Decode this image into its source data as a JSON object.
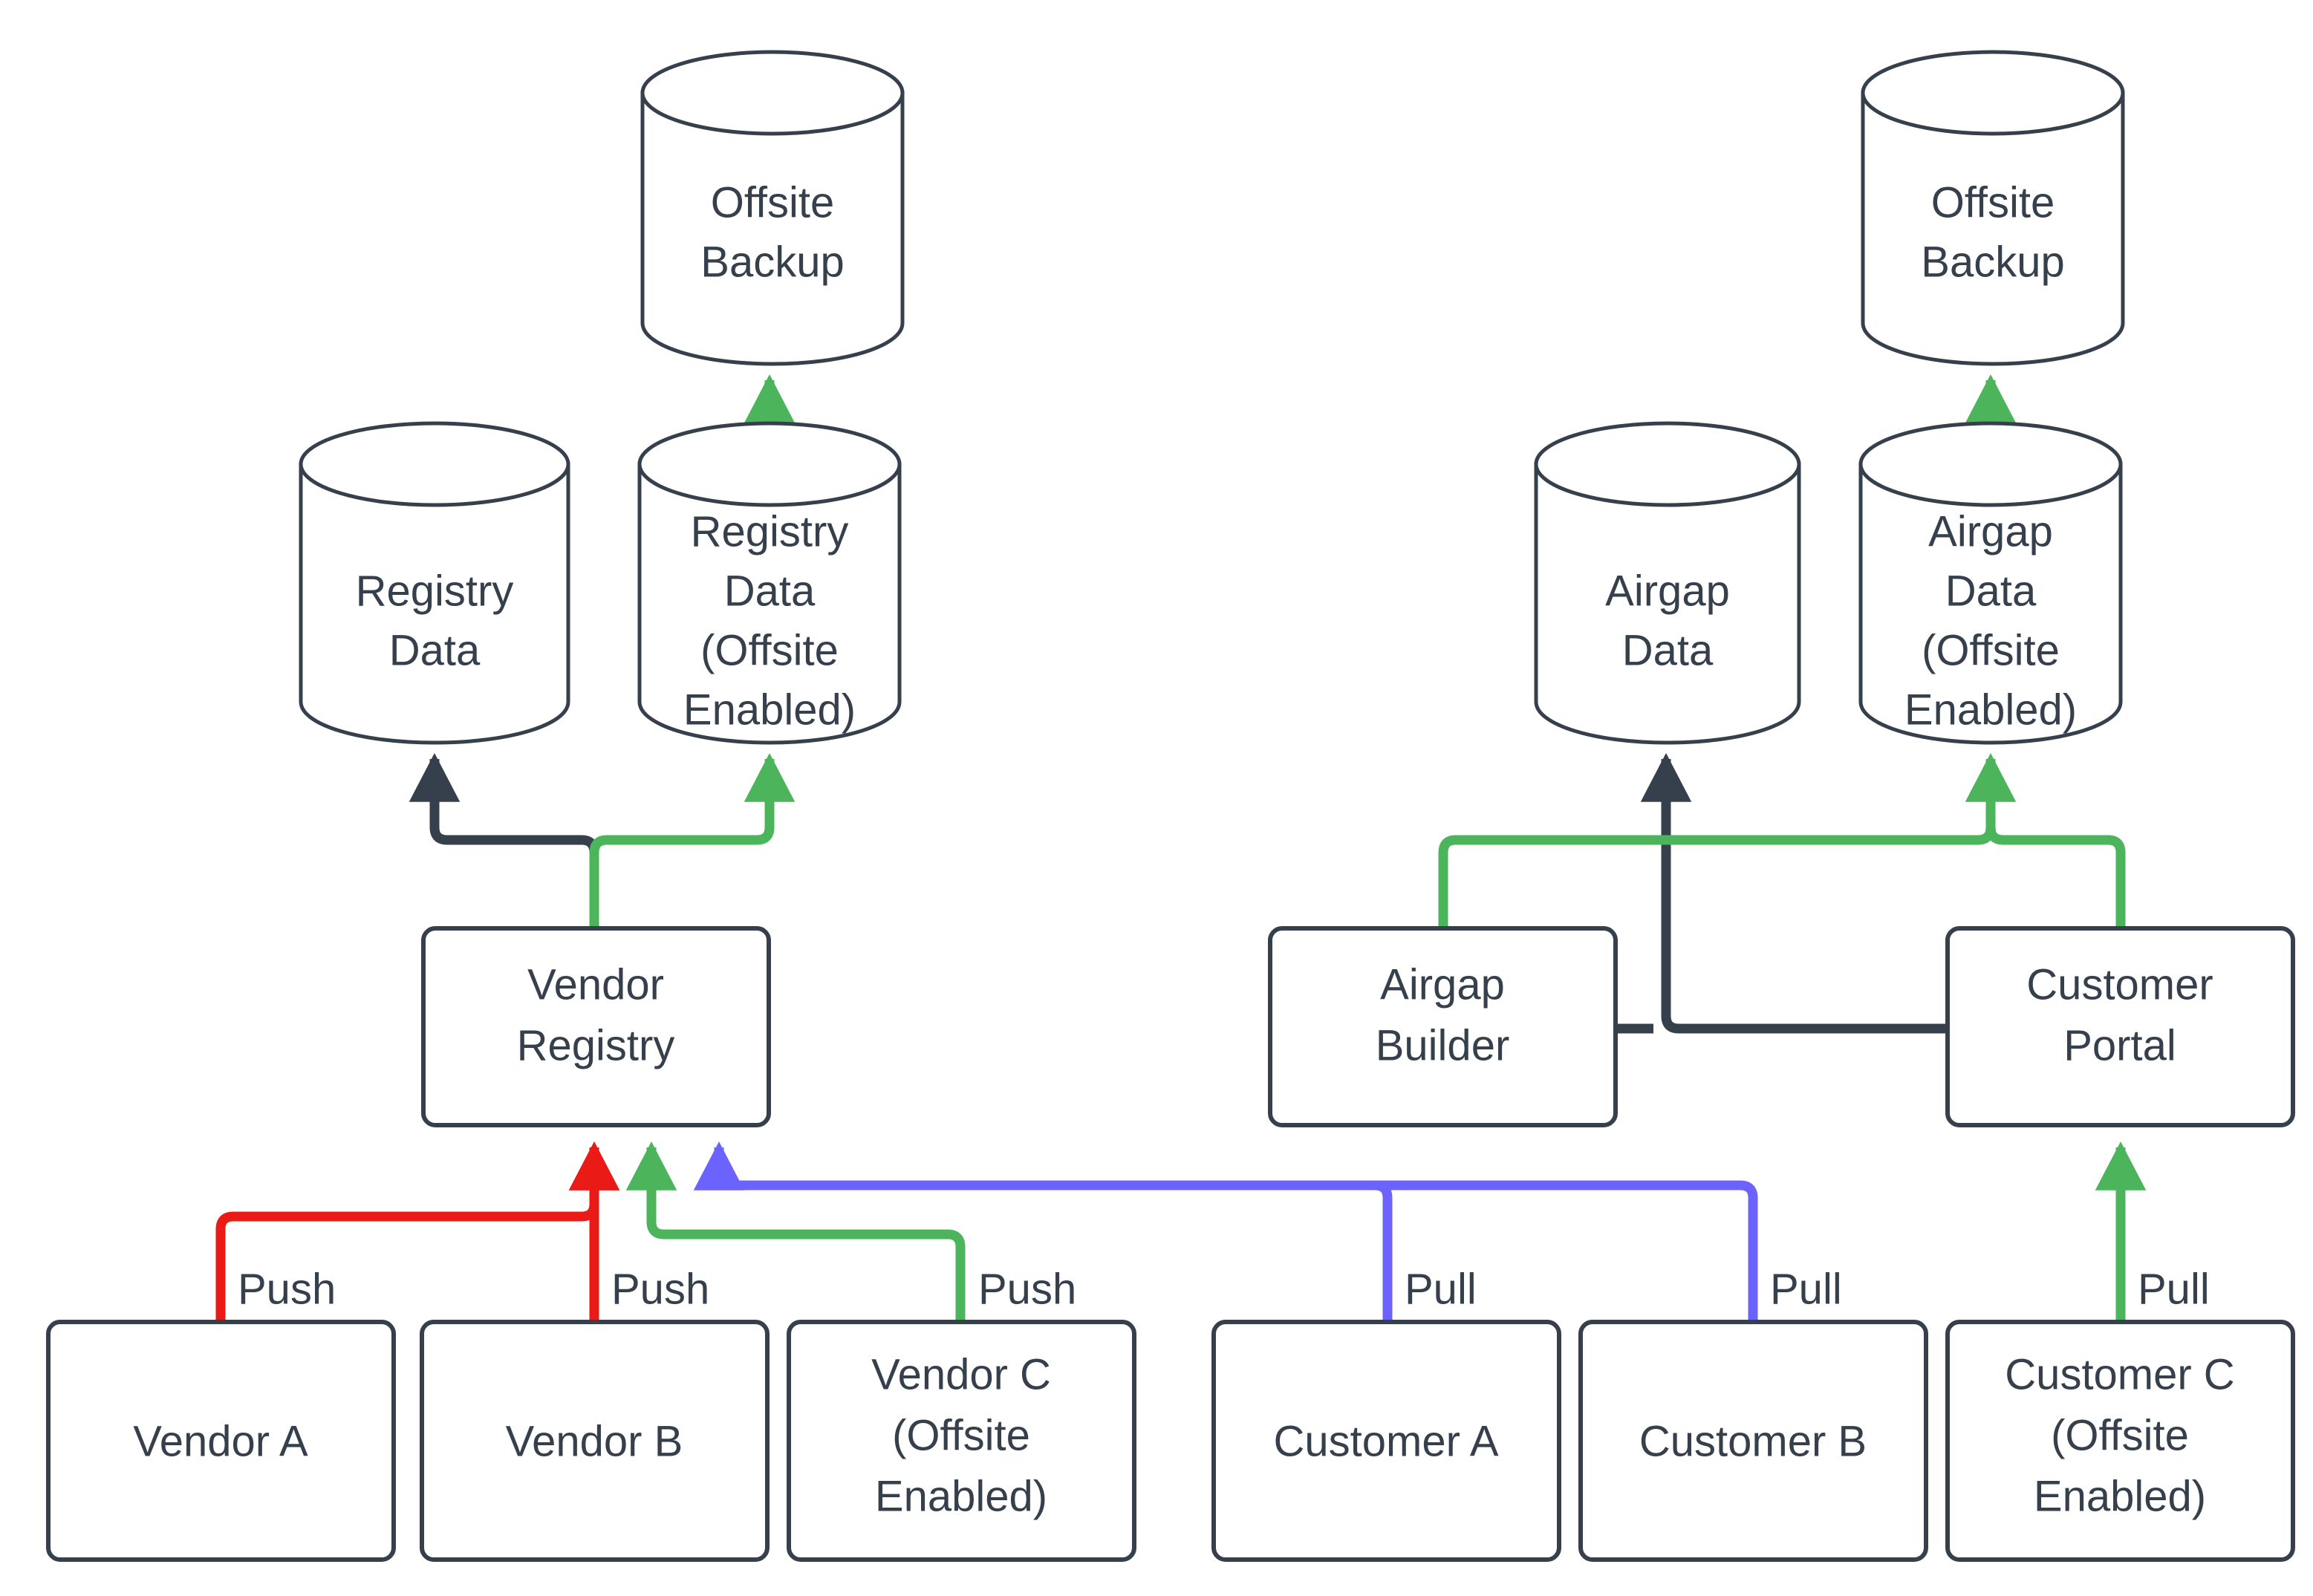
{
  "diagram": {
    "type": "flowchart",
    "background_color": "#ffffff",
    "node_stroke_color": "#36404C",
    "node_fill_color": "#ffffff",
    "text_color": "#36404C",
    "edge_colors": {
      "push_red": "#EA1B16",
      "push_green": "#4CB55C",
      "pull_blue": "#6C63FF",
      "replicate_dark": "#36404C"
    },
    "nodes": [
      {
        "id": "offsite-backup-left",
        "shape": "cylinder",
        "lines": [
          "Offsite",
          "Backup"
        ]
      },
      {
        "id": "registry-data",
        "shape": "cylinder",
        "lines": [
          "Registry",
          "Data"
        ]
      },
      {
        "id": "registry-data-offsite",
        "shape": "cylinder",
        "lines": [
          "Registry",
          "Data",
          "(Offsite",
          "Enabled)"
        ]
      },
      {
        "id": "vendor-registry",
        "shape": "rect",
        "lines": [
          "Vendor",
          "Registry"
        ]
      },
      {
        "id": "vendor-a",
        "shape": "rect",
        "lines": [
          "Vendor A"
        ]
      },
      {
        "id": "vendor-b",
        "shape": "rect",
        "lines": [
          "Vendor B"
        ]
      },
      {
        "id": "vendor-c",
        "shape": "rect",
        "lines": [
          "Vendor C",
          "(Offsite",
          "Enabled)"
        ]
      },
      {
        "id": "offsite-backup-right",
        "shape": "cylinder",
        "lines": [
          "Offsite",
          "Backup"
        ]
      },
      {
        "id": "airgap-data",
        "shape": "cylinder",
        "lines": [
          "Airgap",
          "Data"
        ]
      },
      {
        "id": "airgap-data-offsite",
        "shape": "cylinder",
        "lines": [
          "Airgap",
          "Data",
          "(Offsite",
          "Enabled)"
        ]
      },
      {
        "id": "airgap-builder",
        "shape": "rect",
        "lines": [
          "Airgap",
          "Builder"
        ]
      },
      {
        "id": "customer-portal",
        "shape": "rect",
        "lines": [
          "Customer",
          "Portal"
        ]
      },
      {
        "id": "customer-a",
        "shape": "rect",
        "lines": [
          "Customer A"
        ]
      },
      {
        "id": "customer-b",
        "shape": "rect",
        "lines": [
          "Customer B"
        ]
      },
      {
        "id": "customer-c",
        "shape": "rect",
        "lines": [
          "Customer C",
          "(Offsite",
          "Enabled)"
        ]
      }
    ],
    "edges": [
      {
        "id": "vendor-a-push",
        "from": "vendor-a",
        "to": "vendor-registry",
        "label": "Push",
        "color": "#EA1B16"
      },
      {
        "id": "vendor-b-push",
        "from": "vendor-b",
        "to": "vendor-registry",
        "label": "Push",
        "color": "#EA1B16"
      },
      {
        "id": "vendor-c-push",
        "from": "vendor-c",
        "to": "vendor-registry",
        "label": "Push",
        "color": "#4CB55C"
      },
      {
        "id": "customer-a-pull",
        "from": "customer-a",
        "to": "vendor-registry",
        "label": "Pull",
        "color": "#6C63FF"
      },
      {
        "id": "customer-b-pull",
        "from": "customer-b",
        "to": "vendor-registry",
        "label": "Pull",
        "color": "#6C63FF"
      },
      {
        "id": "customer-c-pull",
        "from": "customer-c",
        "to": "customer-portal",
        "label": "Pull",
        "color": "#4CB55C"
      },
      {
        "id": "registry-store",
        "from": "vendor-registry",
        "to": "registry-data",
        "label": "",
        "color": "#36404C"
      },
      {
        "id": "registry-store-offsite",
        "from": "vendor-registry",
        "to": "registry-data-offsite",
        "label": "",
        "color": "#4CB55C"
      },
      {
        "id": "registry-offsite-backup",
        "from": "registry-data-offsite",
        "to": "offsite-backup-left",
        "label": "",
        "color": "#4CB55C"
      },
      {
        "id": "portal-airgap-store",
        "from": "customer-portal",
        "to": "airgap-data",
        "label": "",
        "color": "#36404C"
      },
      {
        "id": "builder-airgap-offsite",
        "from": "airgap-builder",
        "to": "airgap-data-offsite",
        "label": "",
        "color": "#4CB55C"
      },
      {
        "id": "portal-airgap-offsite",
        "from": "customer-portal",
        "to": "airgap-data-offsite",
        "label": "",
        "color": "#4CB55C"
      },
      {
        "id": "airgap-offsite-backup",
        "from": "airgap-data-offsite",
        "to": "offsite-backup-right",
        "label": "",
        "color": "#4CB55C"
      }
    ],
    "labels": {
      "push": "Push",
      "pull": "Pull"
    }
  }
}
